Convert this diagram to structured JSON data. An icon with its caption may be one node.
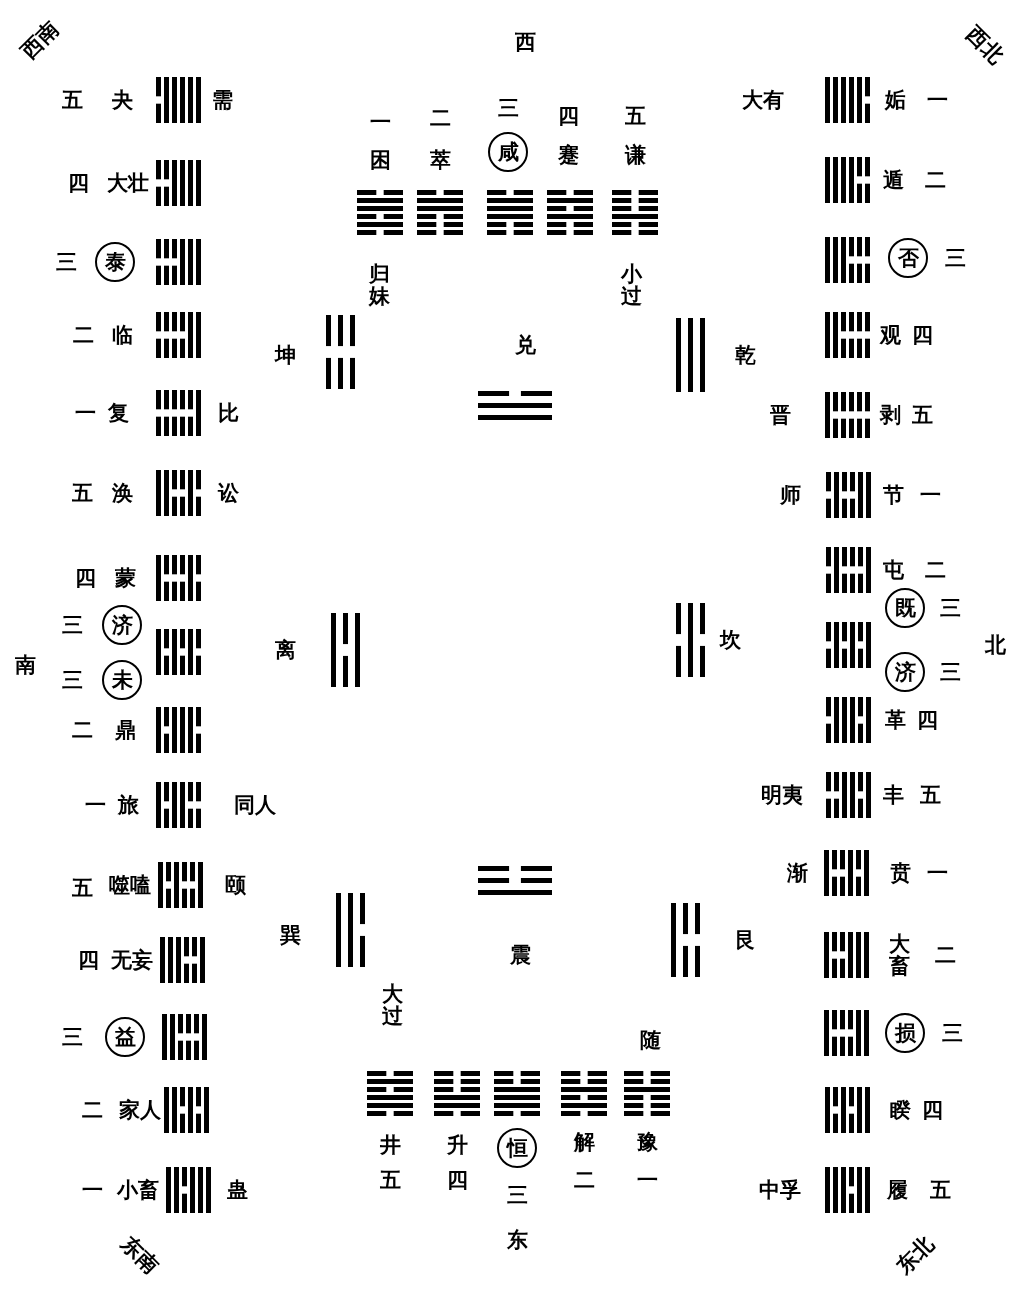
{
  "diagram": {
    "nodes": [
      {
        "text": [
          "咸"
        ],
        "beside": [
          "三"
        ]
      },
      {
        "text": [
          "泰"
        ],
        "beside": [
          "三"
        ]
      },
      {
        "text": [
          "否"
        ],
        "beside": [
          "三"
        ]
      },
      {
        "text": [
          "既"
        ],
        "beside": [
          "三"
        ]
      },
      {
        "text": [
          "济"
        ],
        "beside": [
          "三"
        ]
      },
      {
        "text": [
          "济"
        ],
        "beside": [
          "三"
        ]
      },
      {
        "text": [
          "未"
        ],
        "beside": [
          "三"
        ]
      },
      {
        "text": [
          "损"
        ],
        "beside": [
          "三"
        ]
      },
      {
        "text": [
          "益"
        ],
        "beside": [
          "三"
        ]
      },
      {
        "text": [
          "恒"
        ],
        "beside": [
          "三"
        ]
      }
    ],
    "labels": [
      "西南",
      "西",
      "西北",
      "南",
      "北",
      "东南",
      "东",
      "东北",
      "五",
      "夬",
      "需",
      "四",
      "大壮",
      "二",
      "临",
      "一",
      "复",
      "比",
      "坤",
      "一",
      "困",
      "二",
      "萃",
      "四",
      "蹇",
      "五",
      "谦",
      "归妹",
      "小过",
      "兑",
      "大有",
      "姤",
      "一",
      "遁",
      "二",
      "观",
      "四",
      "晋",
      "剥",
      "五",
      "乾",
      "五",
      "涣",
      "讼",
      "四",
      "蒙",
      "二",
      "鼎",
      "一",
      "旅",
      "同人",
      "离",
      "师",
      "节",
      "一",
      "屯",
      "二",
      "革",
      "四",
      "明夷",
      "丰",
      "五",
      "坎",
      "五",
      "噬嗑",
      "颐",
      "四",
      "无妄",
      "二",
      "家人",
      "一",
      "小畜",
      "蛊",
      "巽",
      "震",
      "大过",
      "井",
      "五",
      "升",
      "四",
      "解",
      "二",
      "豫",
      "一",
      "随",
      "渐",
      "贲",
      "一",
      "大畜",
      "二",
      "睽",
      "四",
      "中孚",
      "履",
      "五",
      "艮"
    ]
  }
}
